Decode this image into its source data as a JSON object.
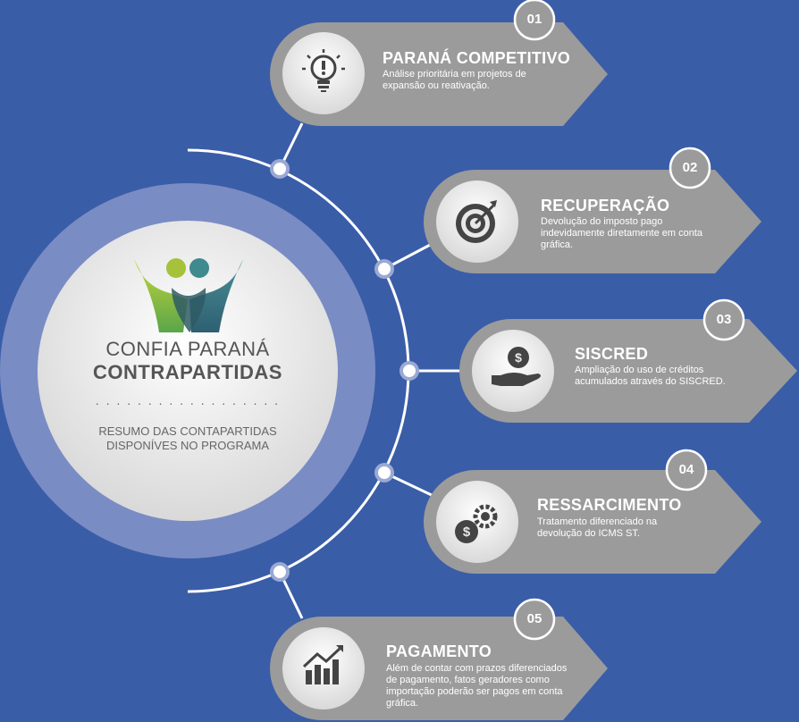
{
  "center": {
    "title_line1": "CONFIA PARANÁ",
    "title_line2": "CONTRAPARTIDAS",
    "dots": ". . . . . . . . . . . . . . . . . .",
    "subtitle_line1": "RESUMO DAS CONTAPARTIDAS",
    "subtitle_line2": "DISPONÍVES NO PROGRAMA"
  },
  "items": [
    {
      "number": "01",
      "title": "PARANÁ COMPETITIVO",
      "desc": "Análise prioritária em projetos de expansão ou reativação.",
      "icon": "lightbulb-icon"
    },
    {
      "number": "02",
      "title": "RECUPERAÇÃO",
      "desc": "Devolução do imposto pago indevidamente diretamente em conta gráfica.",
      "icon": "target-icon"
    },
    {
      "number": "03",
      "title": "SISCRED",
      "desc": "Ampliação do uso de créditos acumulados através do SISCRED.",
      "icon": "money-hand-icon"
    },
    {
      "number": "04",
      "title": "RESSARCIMENTO",
      "desc": "Tratamento diferenciado na devolução do ICMS ST.",
      "icon": "gear-dollar-icon"
    },
    {
      "number": "05",
      "title": "PAGAMENTO",
      "desc": "Além de contar com prazos diferenciados de pagamento, fatos geradores como importação poderão ser pagos em conta gráfica.",
      "icon": "growth-chart-icon"
    }
  ],
  "colors": {
    "background": "#3a5da8",
    "card": "#9b9b9b",
    "number_circle": "#9b9b9b",
    "logo_green": "#a6c13a",
    "logo_teal": "#3e8a8e"
  }
}
